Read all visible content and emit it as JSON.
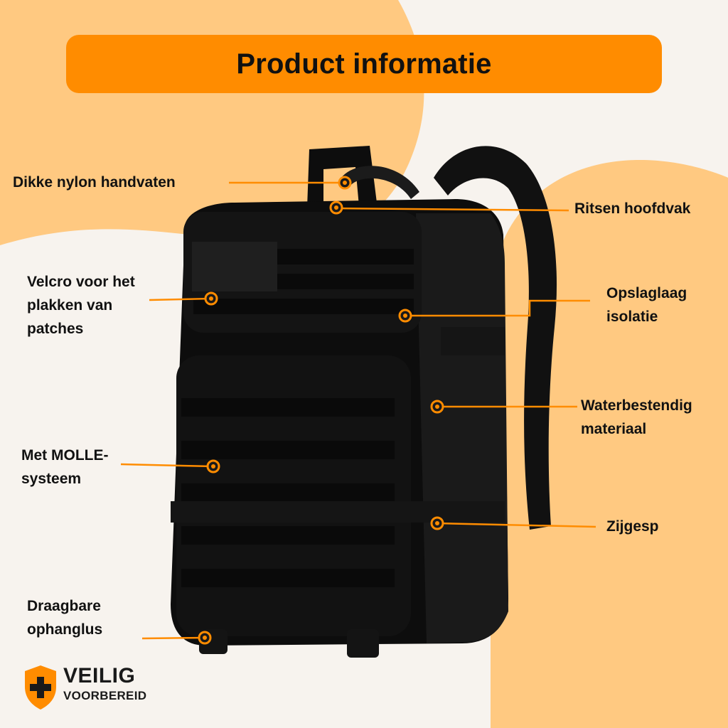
{
  "title": "Product informatie",
  "colors": {
    "accent": "#ff8c00",
    "background_light": "#f7f3ee",
    "blob_peach": "#ffc981",
    "product_black": "#0d0d0d",
    "text": "#111111"
  },
  "callouts": [
    {
      "id": "handles",
      "label": "Dikke nylon handvaten"
    },
    {
      "id": "main-zip",
      "label": "Ritsen hoofdvak"
    },
    {
      "id": "velcro",
      "label": "Velcro voor het\nplakken van\npatches"
    },
    {
      "id": "storage",
      "label": "Opslaglaag\nisolatie"
    },
    {
      "id": "waterproof",
      "label": "Waterbestendig\nmateriaal"
    },
    {
      "id": "molle",
      "label": "Met MOLLE-\nsysteem"
    },
    {
      "id": "side-buckle",
      "label": "Zijgesp"
    },
    {
      "id": "hang-loop",
      "label": "Draagbare\nophanglus"
    }
  ],
  "logo": {
    "line1": "VEILIG",
    "line2": "VOORBEREID",
    "icon": "shield-plus-icon"
  },
  "product_icon": "tactical-backpack-image"
}
